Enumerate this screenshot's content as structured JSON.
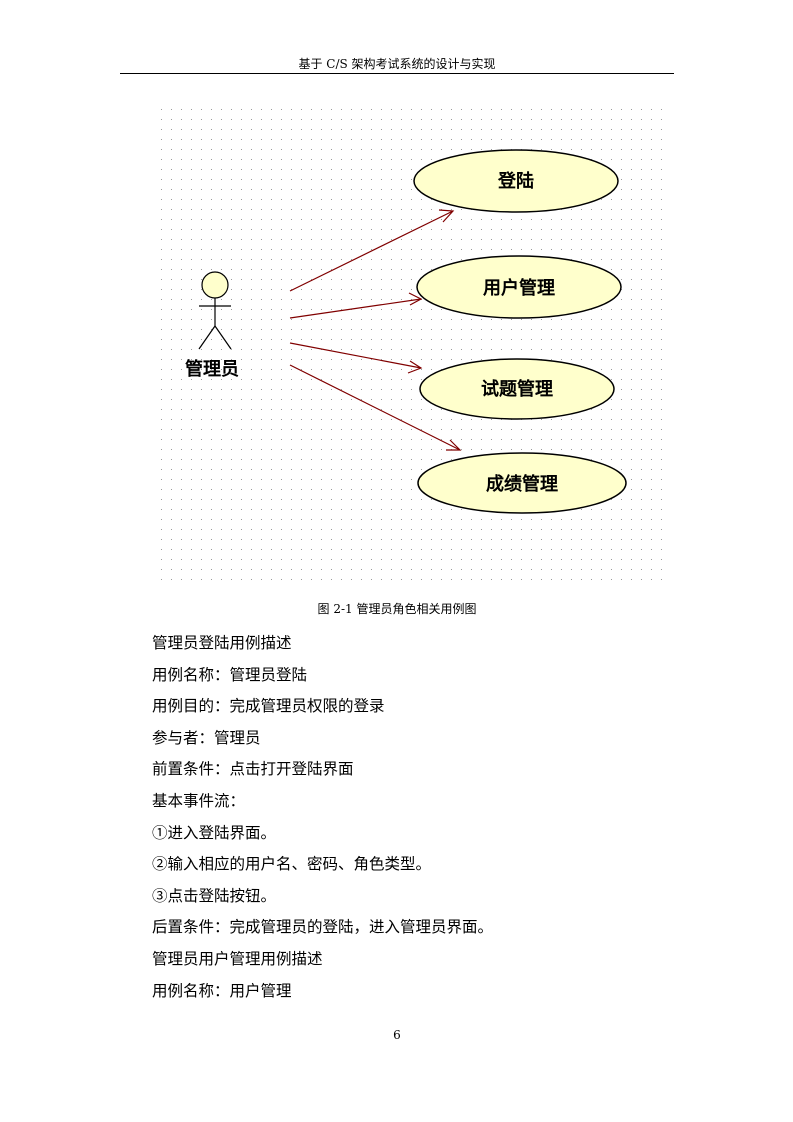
{
  "header": {
    "title": "基于 C/S 架构考试系统的设计与实现"
  },
  "diagram": {
    "actor": {
      "label": "管理员",
      "icon": "stick-figure-icon"
    },
    "use_cases": [
      {
        "label": "登陆"
      },
      {
        "label": "用户管理"
      },
      {
        "label": "试题管理"
      },
      {
        "label": "成绩管理"
      }
    ],
    "colors": {
      "use_case_fill": "#ffffcc",
      "actor_fill": "#ffffcc",
      "arrow": "#800000",
      "outline": "#000000"
    }
  },
  "caption": "图 2-1  管理员角色相关用例图",
  "lines": [
    "管理员登陆用例描述",
    "用例名称：管理员登陆",
    "用例目的：完成管理员权限的登录",
    "参与者：管理员",
    "前置条件：点击打开登陆界面",
    "基本事件流：",
    "①进入登陆界面。",
    "②输入相应的用户名、密码、角色类型。",
    "③点击登陆按钮。",
    "后置条件：完成管理员的登陆，进入管理员界面。",
    "管理员用户管理用例描述",
    "用例名称：用户管理"
  ],
  "page_number": "6"
}
